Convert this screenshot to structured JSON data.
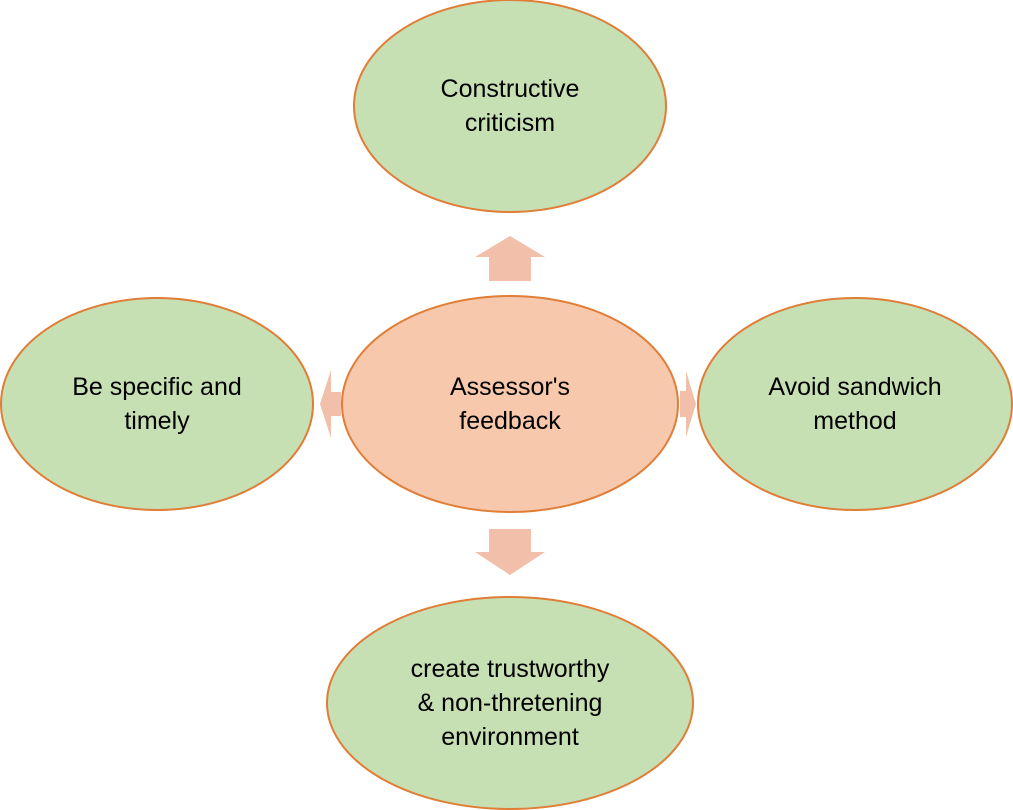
{
  "colors": {
    "outer_fill": "#c6dfb3",
    "center_fill": "#f7c8ac",
    "node_stroke": "#e07d36",
    "arrow_fill": "#f2bfaa"
  },
  "center": {
    "label": "Assessor's\nfeedback"
  },
  "nodes": {
    "top": {
      "label": "Constructive\ncriticism"
    },
    "left": {
      "label": "Be specific and\ntimely"
    },
    "right": {
      "label": "Avoid sandwich\nmethod"
    },
    "bottom": {
      "label": "create trustworthy\n& non-thretening\nenvironment"
    }
  }
}
